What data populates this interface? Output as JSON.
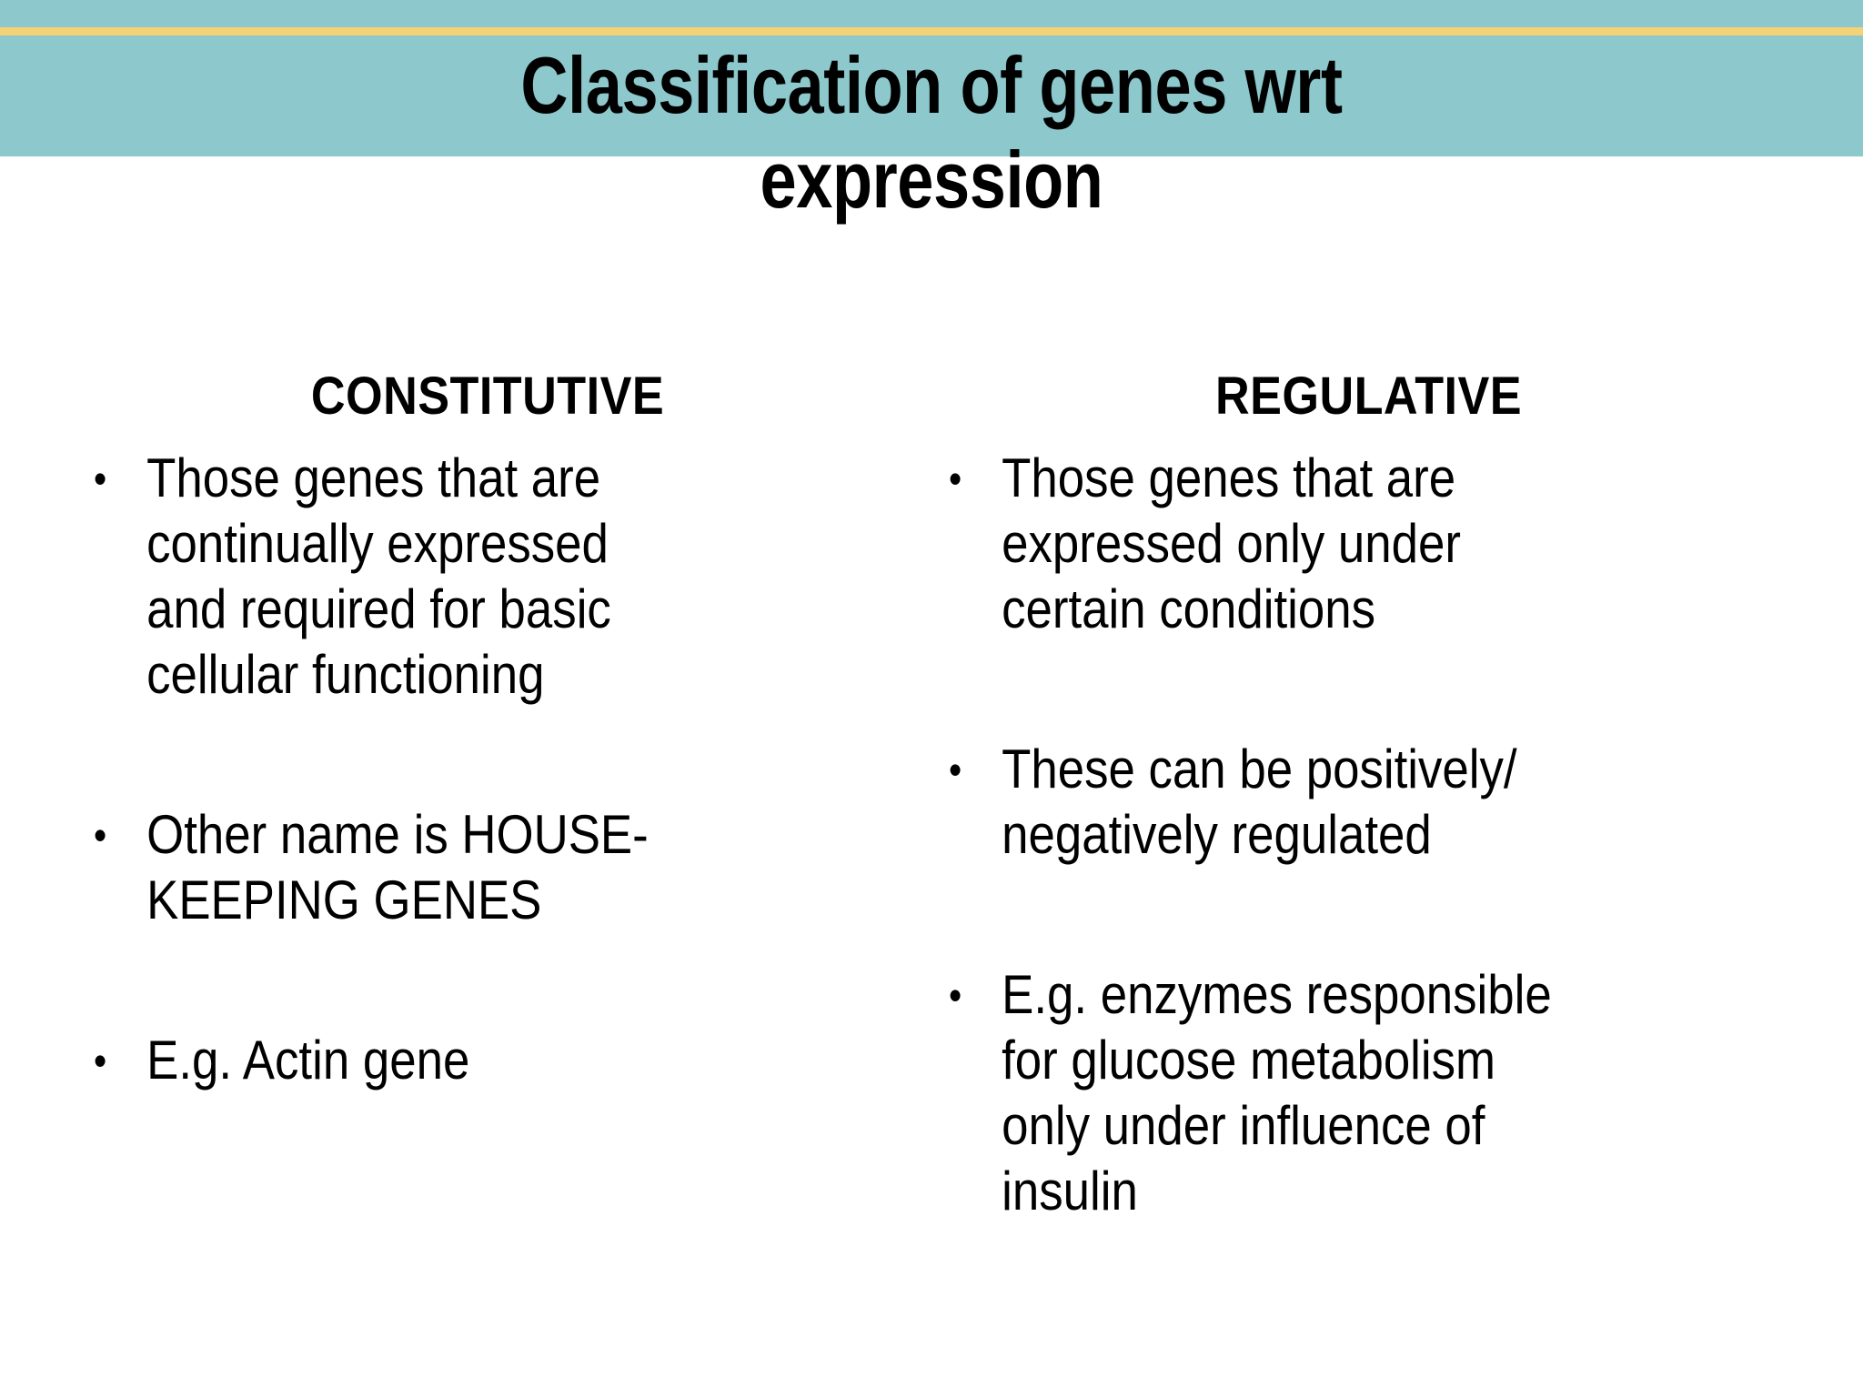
{
  "slide": {
    "title": "Classification of genes wrt\nexpression",
    "banner_color": "#8CC8CC",
    "stripe_color": "#F5D275",
    "background_color": "#FFFFFF",
    "text_color": "#000000"
  },
  "columns": [
    {
      "heading": "CONSTITUTIVE",
      "bullets": [
        "Those genes that are\ncontinually expressed\nand required for basic\ncellular functioning",
        "Other name is HOUSE-\nKEEPING GENES",
        "E.g. Actin gene"
      ]
    },
    {
      "heading": "REGULATIVE",
      "bullets": [
        "Those genes that are\nexpressed only under\ncertain conditions",
        "These can be positively/\nnegatively regulated",
        "E.g. enzymes responsible\nfor glucose metabolism\nonly under influence of\ninsulin"
      ]
    }
  ]
}
